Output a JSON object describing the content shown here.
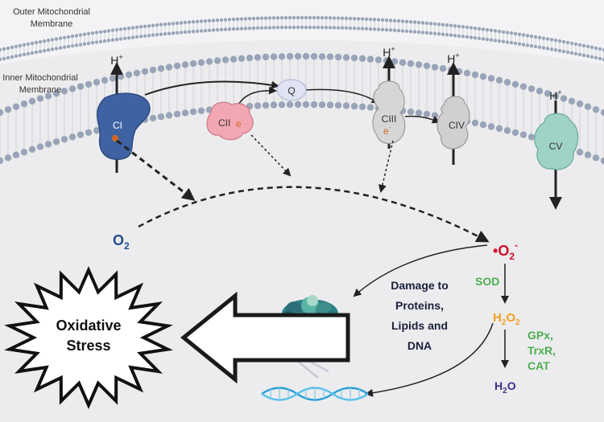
{
  "membranes": {
    "outer": [
      "Outer Mitochondrial",
      "Membrane"
    ],
    "inner": [
      "Inner Mitochondrial",
      "Membrane"
    ]
  },
  "complexes": {
    "ci": "CI",
    "cii": "CII",
    "q": "Q",
    "ciii": "CIII",
    "civ": "CIV",
    "cv": "CV"
  },
  "electron": {
    "symbol": "e",
    "charge": "-"
  },
  "proton": {
    "symbol": "H",
    "charge": "+"
  },
  "oxygen": {
    "base": "O",
    "sub": "2"
  },
  "superoxide": {
    "dot": "•",
    "base": "O",
    "sub": "2",
    "charge": "-"
  },
  "sod": "SOD",
  "peroxide": {
    "base1": "H",
    "sub1": "2",
    "base2": "O",
    "sub2": "2"
  },
  "enzymes": [
    "GPx,",
    "TrxR,",
    "CAT"
  ],
  "water": {
    "base1": "H",
    "sub": "2",
    "base2": "O"
  },
  "damage": [
    "Damage to",
    "Proteins,",
    "Lipids and",
    "DNA"
  ],
  "stress": [
    "Oxidative",
    "Stress"
  ],
  "colors": {
    "ci": "#3f63a2",
    "cii": "#f2a7b3",
    "q": "#dfe3f2",
    "ciii": "#d6d6d6",
    "civ": "#d0d0d0",
    "cv": "#9fd3c8",
    "electron": "#d2691e",
    "oxygen": "#1f4e8c",
    "superoxide": "#d10e2a",
    "sod": "#4caf50",
    "peroxide": "#f0a020",
    "water": "#3a2e8a",
    "damage_text": "#1a1f3b",
    "lipid_head": "#9aa4b8"
  }
}
